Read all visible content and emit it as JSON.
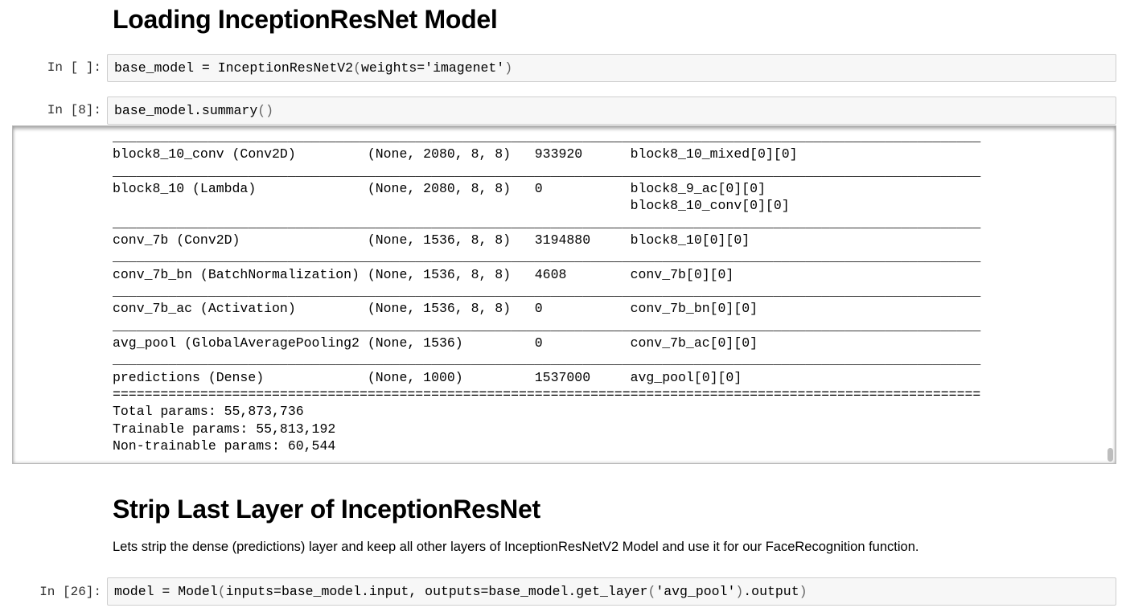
{
  "cells": {
    "heading1": "Loading InceptionResNet Model",
    "cell1": {
      "prompt": "In [ ]:",
      "code_pre": "base_model = InceptionResNetV2",
      "code_open": "(",
      "code_mid": "weights='imagenet'",
      "code_close": ")"
    },
    "cell2": {
      "prompt": "In [8]:",
      "code_pre": "base_model.summary",
      "code_parens": "()"
    },
    "output_text": "_____________________________________________________________________________________________________________\nblock8_10_conv (Conv2D)         (None, 2080, 8, 8)   933920      block8_10_mixed[0][0]\n_____________________________________________________________________________________________________________\nblock8_10 (Lambda)              (None, 2080, 8, 8)   0           block8_9_ac[0][0]\n                                                                 block8_10_conv[0][0]\n_____________________________________________________________________________________________________________\nconv_7b (Conv2D)                (None, 1536, 8, 8)   3194880     block8_10[0][0]\n_____________________________________________________________________________________________________________\nconv_7b_bn (BatchNormalization) (None, 1536, 8, 8)   4608        conv_7b[0][0]\n_____________________________________________________________________________________________________________\nconv_7b_ac (Activation)         (None, 1536, 8, 8)   0           conv_7b_bn[0][0]\n_____________________________________________________________________________________________________________\navg_pool (GlobalAveragePooling2 (None, 1536)         0           conv_7b_ac[0][0]\n_____________________________________________________________________________________________________________\npredictions (Dense)             (None, 1000)         1537000     avg_pool[0][0]\n=============================================================================================================\nTotal params: 55,873,736\nTrainable params: 55,813,192\nNon-trainable params: 60,544\n_____________________________________________________________________________________________________________",
    "heading2": "Strip Last Layer of InceptionResNet",
    "markdown_text": "Lets strip the dense (predictions) layer and keep all other layers of InceptionResNetV2 Model and use it for our FaceRecognition function.",
    "cell3": {
      "prompt": "In [26]:",
      "code_pre": "model = Model",
      "code_open": "(",
      "code_mid": "inputs=base_model.input, outputs=base_model.get_layer",
      "code_open2": "(",
      "code_arg": "'avg_pool'",
      "code_close2": ")",
      "code_dot": ".output",
      "code_close": ")"
    }
  }
}
